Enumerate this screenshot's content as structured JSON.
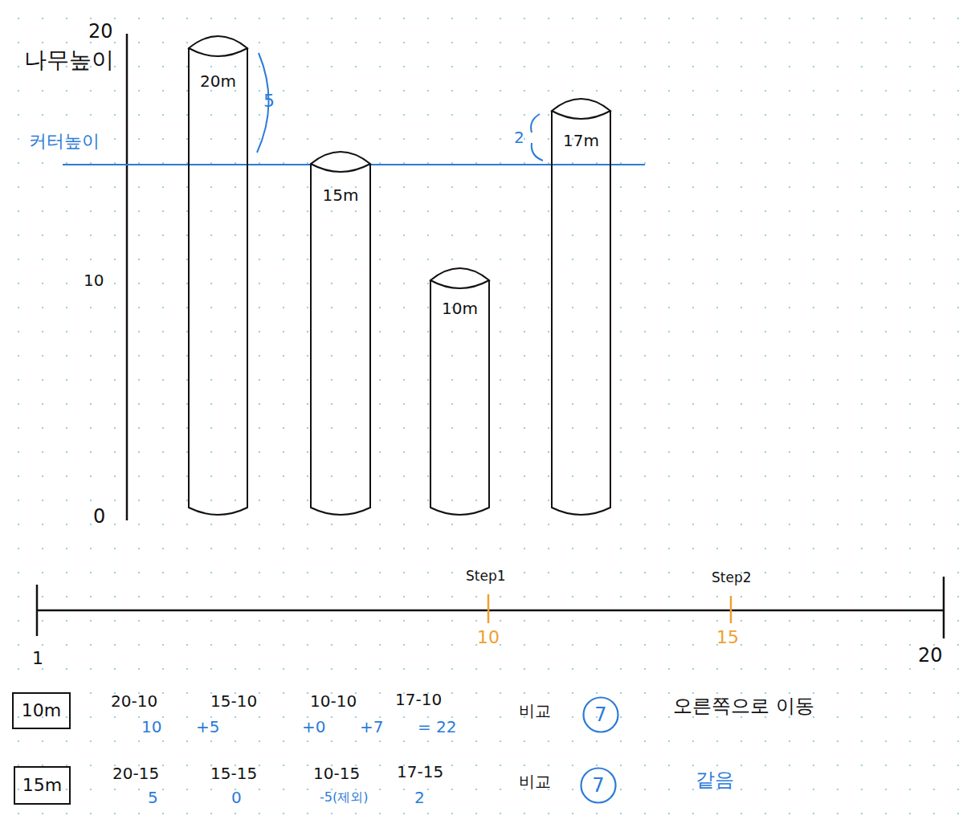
{
  "diagram": {
    "nodes": [
      {
        "text": [
          "20m"
        ]
      },
      {
        "text": [
          "15m"
        ]
      },
      {
        "text": [
          "10m"
        ]
      },
      {
        "text": [
          "17m"
        ]
      },
      {
        "text": [
          "10m"
        ]
      },
      {
        "text": [
          "7"
        ]
      },
      {
        "text": [
          "15m"
        ]
      },
      {
        "text": [
          "7"
        ]
      }
    ],
    "labels": [
      "20",
      "나무높이",
      "10",
      "0",
      "커터높이",
      "5",
      "2",
      "Step1",
      "10",
      "Step2",
      "15",
      "1",
      "20",
      "20-10",
      "15-10",
      "10-10",
      "17-10",
      "10",
      "+5",
      "+0",
      "+7",
      "= 22",
      "비교",
      "오른쪽으로 이동",
      "20-15",
      "15-15",
      "10-15",
      "17-15",
      "5",
      "0",
      "-5(제외)",
      "2",
      "비교",
      "같음"
    ]
  }
}
